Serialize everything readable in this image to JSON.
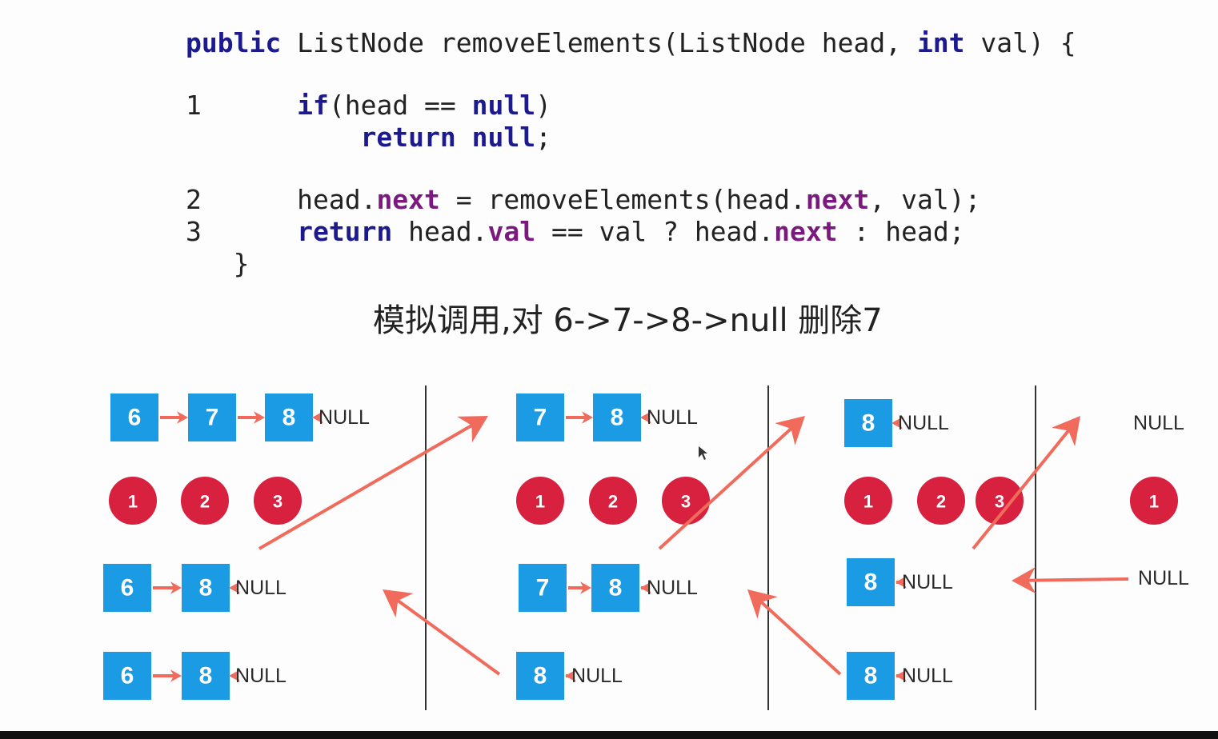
{
  "code": {
    "lines": [
      {
        "num": "",
        "tokens": [
          {
            "t": "public",
            "c": "kw"
          },
          {
            "t": " ListNode removeElements(ListNode head, ",
            "c": "plain"
          },
          {
            "t": "int",
            "c": "kw"
          },
          {
            "t": " val) {",
            "c": "plain"
          }
        ]
      },
      {
        "num": "1",
        "tokens": [
          {
            "t": "if",
            "c": "kw"
          },
          {
            "t": "(head == ",
            "c": "plain"
          },
          {
            "t": "null",
            "c": "kw"
          },
          {
            "t": ")",
            "c": "plain"
          }
        ]
      },
      {
        "num": "",
        "tokens": [
          {
            "t": "return",
            "c": "kw"
          },
          {
            "t": " ",
            "c": "plain"
          },
          {
            "t": "null",
            "c": "kw"
          },
          {
            "t": ";",
            "c": "plain"
          }
        ]
      },
      {
        "num": "2",
        "tokens": [
          {
            "t": "head.",
            "c": "plain"
          },
          {
            "t": "next",
            "c": "fld"
          },
          {
            "t": " = removeElements(head.",
            "c": "plain"
          },
          {
            "t": "next",
            "c": "fld"
          },
          {
            "t": ", val);",
            "c": "plain"
          }
        ]
      },
      {
        "num": "3",
        "tokens": [
          {
            "t": "return",
            "c": "kw"
          },
          {
            "t": " head.",
            "c": "plain"
          },
          {
            "t": "val",
            "c": "fld"
          },
          {
            "t": " == val ? head.",
            "c": "plain"
          },
          {
            "t": "next",
            "c": "fld"
          },
          {
            "t": " : head;",
            "c": "plain"
          }
        ]
      },
      {
        "num": "",
        "tokens": [
          {
            "t": "}",
            "c": "plain"
          }
        ]
      }
    ]
  },
  "caption": "模拟调用,对 6->7->8->null 删除7",
  "null_label": "NULL",
  "colors": {
    "node": "#1a9be4",
    "circle": "#d8213f",
    "arrow": "#f06b5b",
    "keyword": "#1c1a8e",
    "field": "#7a1a7e"
  },
  "diagram": {
    "panels": [
      {
        "top_list": [
          "6",
          "7",
          "8"
        ],
        "circles": [
          "1",
          "2",
          "3"
        ],
        "lists": [
          [
            "6",
            "8"
          ],
          [
            "6",
            "8"
          ]
        ]
      },
      {
        "top_list": [
          "7",
          "8"
        ],
        "circles": [
          "1",
          "2",
          "3"
        ],
        "lists": [
          [
            "7",
            "8"
          ],
          [
            "8"
          ]
        ]
      },
      {
        "top_list": [
          "8"
        ],
        "circles": [
          "1",
          "2",
          "3"
        ],
        "lists": [
          [
            "8"
          ],
          [
            "8"
          ]
        ]
      },
      {
        "top_list": [],
        "circles": [
          "1"
        ],
        "lists": [
          []
        ]
      }
    ]
  }
}
